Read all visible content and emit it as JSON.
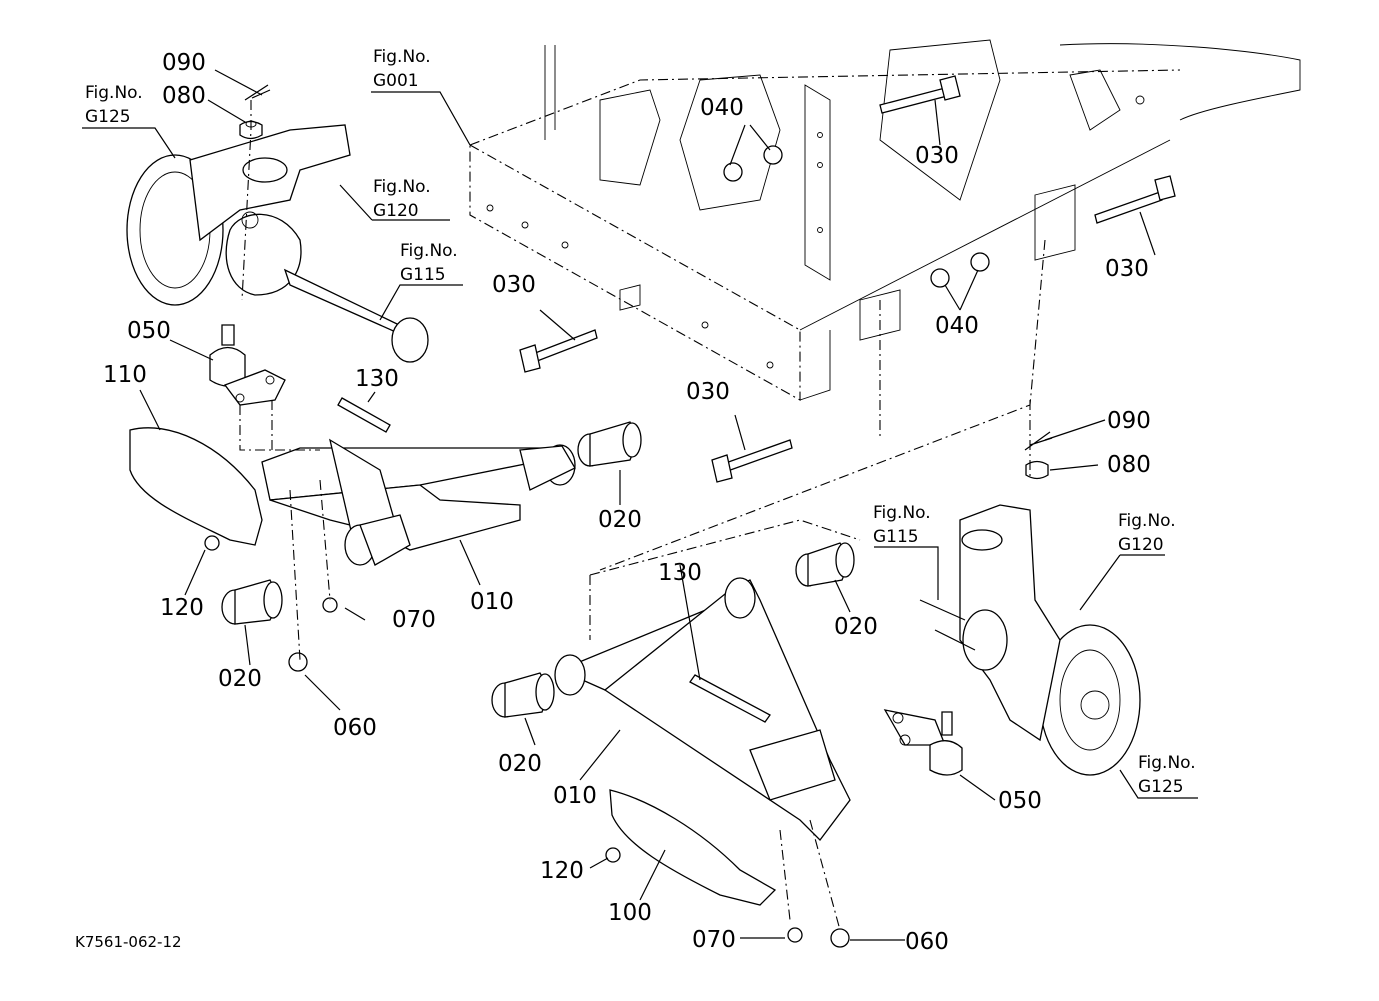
{
  "diagram": {
    "type": "exploded-parts-view",
    "drawing_code": "K7561-062-12",
    "figure_refs": [
      {
        "id": "fig-g125-left",
        "line1": "Fig.No.",
        "line2": "G125"
      },
      {
        "id": "fig-g001",
        "line1": "Fig.No.",
        "line2": "G001"
      },
      {
        "id": "fig-g120-left",
        "line1": "Fig.No.",
        "line2": "G120"
      },
      {
        "id": "fig-g115-left",
        "line1": "Fig.No.",
        "line2": "G115"
      },
      {
        "id": "fig-g115-right",
        "line1": "Fig.No.",
        "line2": "G115"
      },
      {
        "id": "fig-g120-right",
        "line1": "Fig.No.",
        "line2": "G120"
      },
      {
        "id": "fig-g125-right",
        "line1": "Fig.No.",
        "line2": "G125"
      }
    ],
    "part_labels": [
      {
        "id": "p090-left",
        "text": "090"
      },
      {
        "id": "p080-left",
        "text": "080"
      },
      {
        "id": "p040-top",
        "text": "040"
      },
      {
        "id": "p030-top",
        "text": "030"
      },
      {
        "id": "p030-right",
        "text": "030"
      },
      {
        "id": "p030-mid",
        "text": "030"
      },
      {
        "id": "p040-mid",
        "text": "040"
      },
      {
        "id": "p050-left",
        "text": "050"
      },
      {
        "id": "p110",
        "text": "110"
      },
      {
        "id": "p130-left",
        "text": "130"
      },
      {
        "id": "p030-low",
        "text": "030"
      },
      {
        "id": "p090-right",
        "text": "090"
      },
      {
        "id": "p080-right",
        "text": "080"
      },
      {
        "id": "p020-a",
        "text": "020"
      },
      {
        "id": "p010-left",
        "text": "010"
      },
      {
        "id": "p120-left",
        "text": "120"
      },
      {
        "id": "p070-left",
        "text": "070"
      },
      {
        "id": "p020-b",
        "text": "020"
      },
      {
        "id": "p060-left",
        "text": "060"
      },
      {
        "id": "p130-right",
        "text": "130"
      },
      {
        "id": "p020-c",
        "text": "020"
      },
      {
        "id": "p020-d",
        "text": "020"
      },
      {
        "id": "p010-right",
        "text": "010"
      },
      {
        "id": "p050-right",
        "text": "050"
      },
      {
        "id": "p120-right",
        "text": "120"
      },
      {
        "id": "p100",
        "text": "100"
      },
      {
        "id": "p070-right",
        "text": "070"
      },
      {
        "id": "p060-right",
        "text": "060"
      }
    ]
  }
}
